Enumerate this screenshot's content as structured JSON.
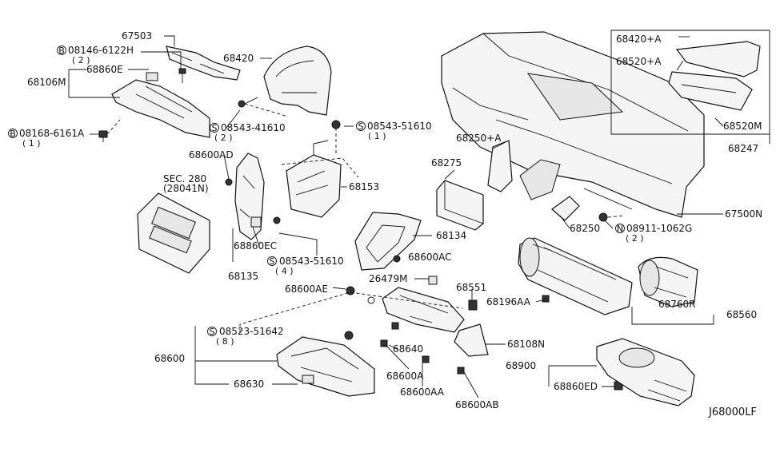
{
  "diagram_code": "J68000LF",
  "labels": {
    "p67503": "67503",
    "p08146_code": "08146-6122H",
    "p08146_qty": "( 2 )",
    "p68860e": "68860E",
    "p68106m": "68106M",
    "p08168_code": "08168-6161A",
    "p08168_qty": "( 1 )",
    "p68420": "68420",
    "p08543_41610_code": "08543-41610",
    "p08543_41610_qty": "( 2 )",
    "p08543_51610a_code": "08543-51610",
    "p08543_51610a_qty": "( 1 )",
    "p68600ad": "68600AD",
    "sec280_a": "SEC. 280",
    "sec280_b": "(28041N)",
    "p68153": "68153",
    "p68860ec": "68860EC",
    "p08543_51610b_code": "08543-51610",
    "p08543_51610b_qty": "( 4 )",
    "p68135": "68135",
    "p68134": "68134",
    "p68600ac": "68600AC",
    "p68600ae": "68600AE",
    "p26479m": "26479M",
    "p68551": "68551",
    "p68196aa": "68196AA",
    "p08523_code": "08523-51642",
    "p08523_qty": "( 8 )",
    "p68640": "68640",
    "p68108n": "68108N",
    "p68600": "68600",
    "p68630": "68630",
    "p68600a": "68600A",
    "p68600aa": "68600AA",
    "p68600ab": "68600AB",
    "p68420a": "68420+A",
    "p68520a": "68520+A",
    "p68520m": "68520M",
    "p68247": "68247",
    "p68250a": "68250+A",
    "p68275": "68275",
    "p68250": "68250",
    "p08911_code": "08911-1062G",
    "p08911_qty": "( 2 )",
    "p67500n": "67500N",
    "p68760r": "68760R",
    "p68560": "68560",
    "p68900": "68900",
    "p68860ed": "68860ED"
  },
  "prefix_marks": {
    "b": "B",
    "s": "S",
    "n": "N"
  }
}
